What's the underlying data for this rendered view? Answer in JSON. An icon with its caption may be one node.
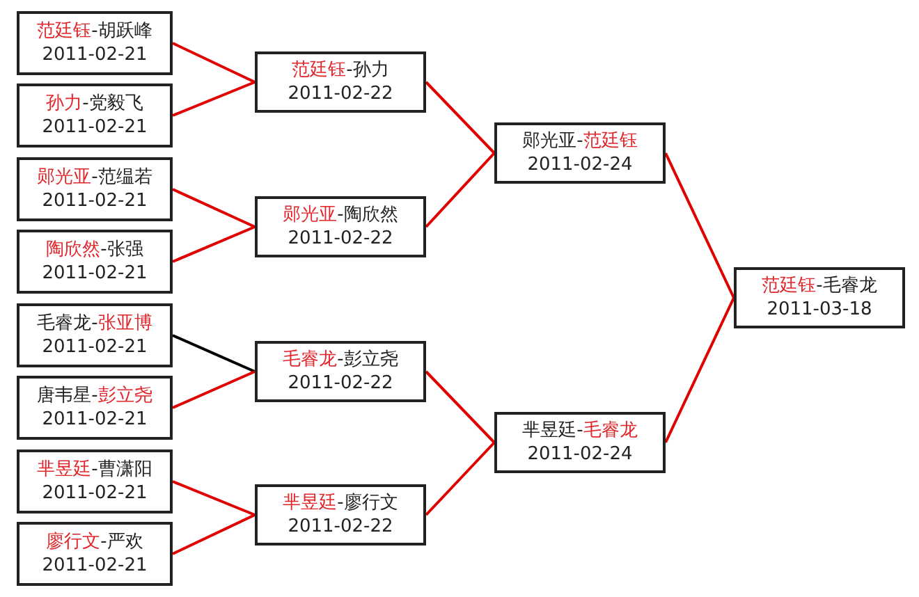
{
  "diagram": {
    "nodes": [
      {
        "text": [
          "范廷钰",
          "-胡跃峰",
          "2011-02-21"
        ]
      },
      {
        "text": [
          "孙力",
          "-党毅飞",
          "2011-02-21"
        ]
      },
      {
        "text": [
          "郧光亚",
          "-范缊若",
          "2011-02-21"
        ]
      },
      {
        "text": [
          "陶欣然",
          "-张强",
          "2011-02-21"
        ]
      },
      {
        "text": [
          "毛睿龙-",
          "张亚博",
          "2011-02-21"
        ]
      },
      {
        "text": [
          "唐韦星-",
          "彭立尧",
          "2011-02-21"
        ]
      },
      {
        "text": [
          "芈昱廷",
          "-曹潇阳",
          "2011-02-21"
        ]
      },
      {
        "text": [
          "廖行文",
          "-严欢",
          "2011-02-21"
        ]
      },
      {
        "text": [
          "范廷钰",
          "-孙力",
          "2011-02-22"
        ]
      },
      {
        "text": [
          "郧光亚",
          "-陶欣然",
          "2011-02-22"
        ]
      },
      {
        "text": [
          "毛睿龙",
          "-彭立尧",
          "2011-02-22"
        ]
      },
      {
        "text": [
          "芈昱廷",
          "-廖行文",
          "2011-02-22"
        ]
      },
      {
        "text": [
          "郧光亚-",
          "范廷钰",
          "2011-02-24"
        ]
      },
      {
        "text": [
          "芈昱廷-",
          "毛睿龙",
          "2011-02-24"
        ]
      },
      {
        "text": [
          "范廷钰",
          "-毛睿龙",
          "2011-03-18"
        ]
      }
    ],
    "edges": [
      {
        "from": 0,
        "to": 8,
        "arrow": "none"
      },
      {
        "from": 1,
        "to": 8,
        "arrow": "none"
      },
      {
        "from": 2,
        "to": 9,
        "arrow": "none"
      },
      {
        "from": 3,
        "to": 9,
        "arrow": "none"
      },
      {
        "from": 4,
        "to": 10,
        "arrow": "none",
        "color": "#000000"
      },
      {
        "from": 5,
        "to": 10,
        "arrow": "none"
      },
      {
        "from": 6,
        "to": 11,
        "arrow": "none"
      },
      {
        "from": 7,
        "to": 11,
        "arrow": "none"
      },
      {
        "from": 8,
        "to": 12,
        "arrow": "none"
      },
      {
        "from": 9,
        "to": 12,
        "arrow": "none"
      },
      {
        "from": 10,
        "to": 13,
        "arrow": "none"
      },
      {
        "from": 11,
        "to": 13,
        "arrow": "none"
      },
      {
        "from": 12,
        "to": 14,
        "arrow": "none"
      },
      {
        "from": 13,
        "to": 14,
        "arrow": "none"
      }
    ]
  }
}
